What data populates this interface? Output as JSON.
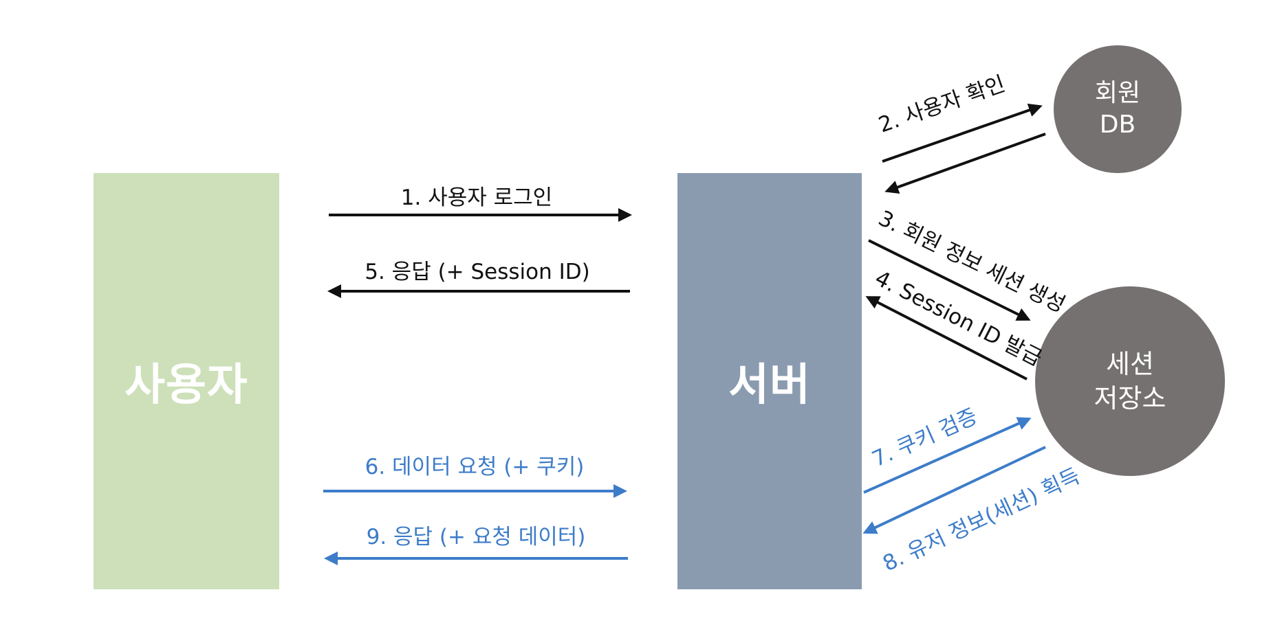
{
  "nodes": {
    "user": "사용자",
    "server": "서버",
    "db": {
      "line1": "회원",
      "line2": "DB"
    },
    "store": {
      "line1": "세션",
      "line2": "저장소"
    }
  },
  "steps": {
    "s1": "1. 사용자 로그인",
    "s2": "2. 사용자 확인",
    "s3": "3. 회원 정보 세션 생성",
    "s4": "4. Session ID 발급",
    "s5": "5. 응답 (+ Session ID)",
    "s6": "6. 데이터 요청 (+ 쿠키)",
    "s7": "7. 쿠키 검증",
    "s8": "8. 유저 정보(세션) 획득",
    "s9": "9. 응답 (+ 요청 데이터)"
  },
  "colors": {
    "user_block": "#cde0b9",
    "server_block": "#8a9bb0",
    "circle": "#757170",
    "arrow_black": "#111111",
    "arrow_blue": "#3d7cc9"
  }
}
